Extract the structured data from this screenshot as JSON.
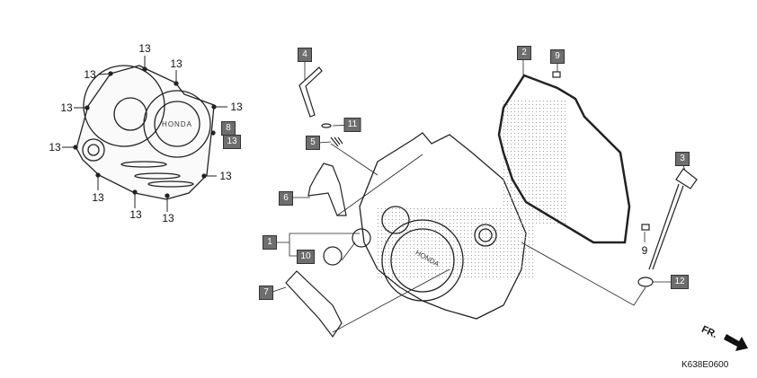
{
  "diagram": {
    "callouts": {
      "c1": "1",
      "c2": "2",
      "c3": "3",
      "c4": "4",
      "c5": "5",
      "c6": "6",
      "c7": "7",
      "c8": "8",
      "c9": "9",
      "c10": "10",
      "c11": "11",
      "c12": "12",
      "c13": "13"
    },
    "bolt_label": "13",
    "dowel_label": "9",
    "brand_mark": "HONDA",
    "direction_label": "FR.",
    "drawing_code": "K638E0600"
  }
}
